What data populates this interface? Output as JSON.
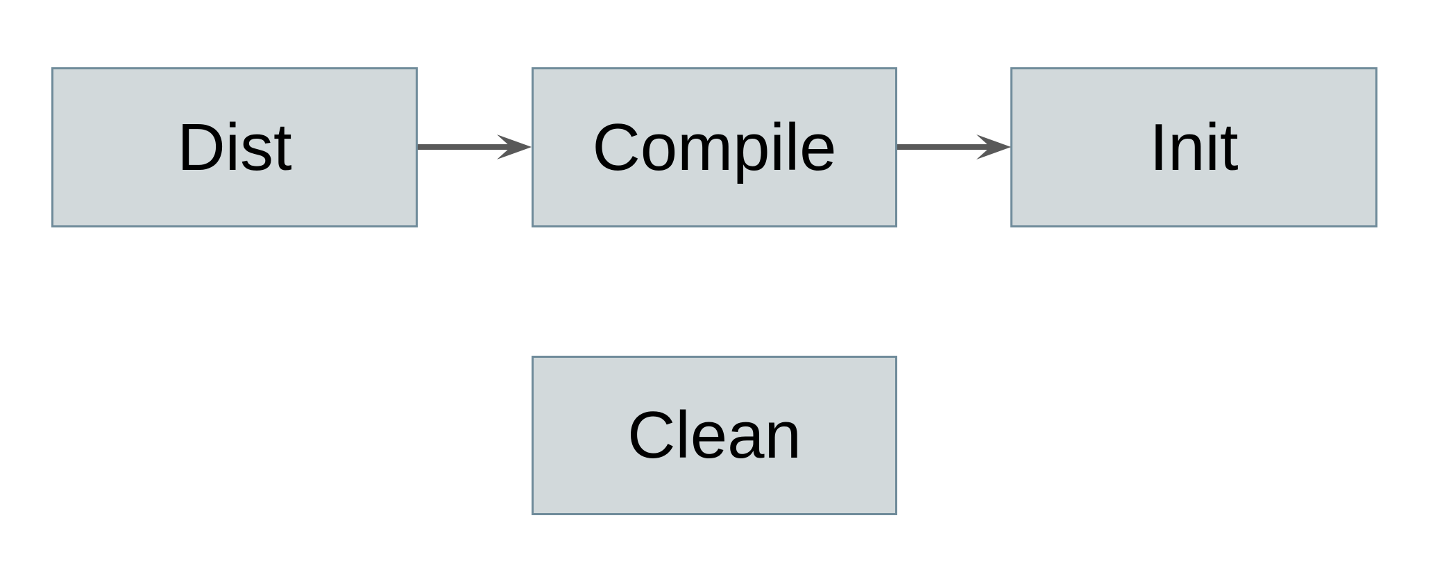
{
  "diagram": {
    "type": "flowchart",
    "background": "#ffffff",
    "nodes": [
      {
        "id": "dist",
        "label": "Dist"
      },
      {
        "id": "compile",
        "label": "Compile"
      },
      {
        "id": "init",
        "label": "Init"
      },
      {
        "id": "clean",
        "label": "Clean"
      }
    ],
    "edges": [
      {
        "from": "dist",
        "to": "compile",
        "direction": "right"
      },
      {
        "from": "compile",
        "to": "init",
        "direction": "right"
      }
    ],
    "colors": {
      "node_fill": "#d2d9db",
      "node_border": "#6f8b9a",
      "arrow": "#595959",
      "node_text": "#000000"
    }
  }
}
